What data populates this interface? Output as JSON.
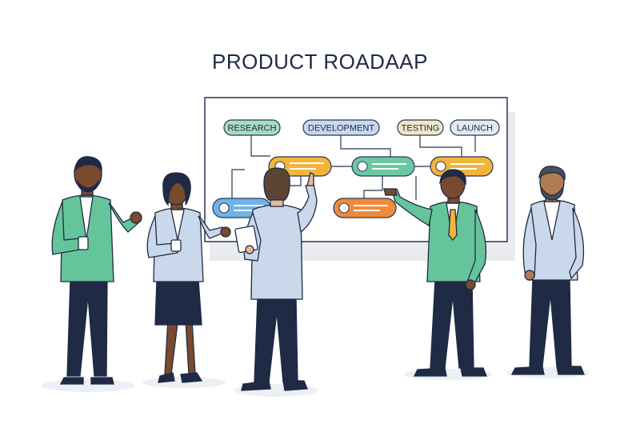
{
  "title": "PRODUCT ROADAAP",
  "board": {
    "phases": [
      "RESEARCH",
      "DEVELOPMENT",
      "TESTING",
      "LAUNCH"
    ]
  },
  "colors": {
    "research": "#a8dcc0",
    "development": "#c9d8f0",
    "testing": "#efe7c8",
    "launch": "#e4e9f2",
    "task_yellow": "#f2b43a",
    "task_green": "#6cc8a4",
    "task_blue": "#6fb3e8",
    "task_orange": "#ef8a3c",
    "jacket_green": "#66c49b",
    "jacket_grey": "#c9d8ea",
    "navy": "#1f2a44",
    "skin_dark": "#7a4a2e",
    "skin_mid": "#b07a52",
    "skin_light": "#e7b894"
  }
}
